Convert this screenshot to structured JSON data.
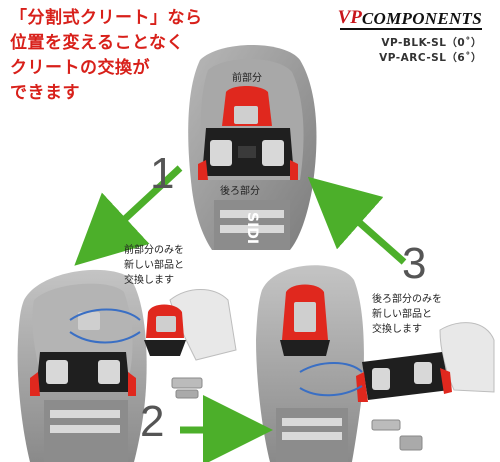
{
  "headline": {
    "line1": "「分割式クリート」なら",
    "line2": "位置を変えることなく",
    "line3": "クリートの交換が",
    "line4": "できます"
  },
  "brand": {
    "logo_vp": "VP",
    "logo_components": "COMPONENTS",
    "model_1": "VP-BLK-SL（0˚）",
    "model_2": "VP-ARC-SL（6˚）"
  },
  "top_shoe": {
    "label_front": "前部分",
    "label_rear": "後ろ部分"
  },
  "step1": {
    "number": "1",
    "line1": "前部分のみを",
    "line2": "新しい部品と",
    "line3": "交換します"
  },
  "step2": {
    "number": "2"
  },
  "step3": {
    "number": "3",
    "line1": "後ろ部分のみを",
    "line2": "新しい部品と",
    "line3": "交換します"
  },
  "colors": {
    "headline_red": "#d8201a",
    "arrow_green": "#4caf2a",
    "cleat_red": "#e0281e",
    "shoe_grey": "#9a9a9a"
  }
}
